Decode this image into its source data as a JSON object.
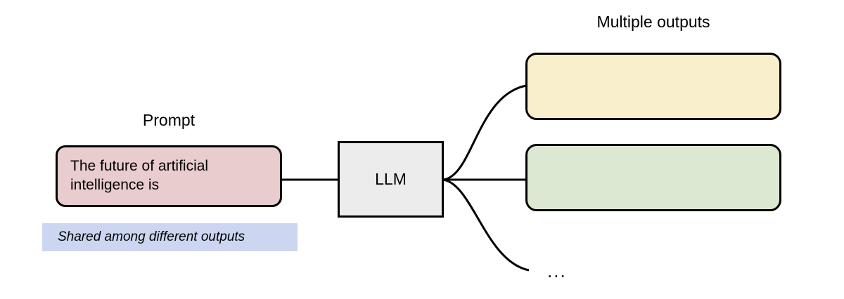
{
  "diagram": {
    "title_not_shown": "",
    "background_color": "#ffffff",
    "stroke_color": "#000000",
    "prompt": {
      "caption": "Prompt",
      "text": "The future of artificial\nintelligence is",
      "fill_color": "#e9cccd"
    },
    "model": {
      "label": "LLM",
      "fill_color": "#ececec"
    },
    "outputs": {
      "caption": "Multiple outputs",
      "ellipsis": "...",
      "items": [
        {
          "text": "",
          "fill_color": "#faefcc"
        },
        {
          "text": "",
          "fill_color": "#dde8d2"
        }
      ]
    },
    "annotation": {
      "text": "Shared among different outputs",
      "fill_color": "#ccd6f0"
    }
  }
}
